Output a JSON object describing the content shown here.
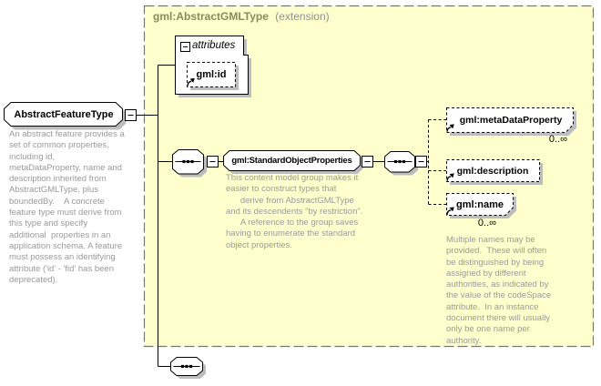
{
  "header": {
    "type_name": "gml:AbstractGMLType",
    "kind": "(extension)"
  },
  "attributes_section": {
    "label": "attributes",
    "attribute": {
      "name": "gml:id"
    }
  },
  "root": {
    "name": "AbstractFeatureType",
    "annotation": "An abstract feature provides a\nset of common properties,\nincluding id,\nmetaDataProperty, name and\ndescription inherited from\nAbstractGMLType, plus\nboundedBy.    A concrete\nfeature type must derive from\nthis type and specify\nadditional  properties in an\napplication schema. A feature\nmust possess an identifying\nattribute ('id' - 'fid' has been\ndeprecated)."
  },
  "group": {
    "name": "gml:StandardObjectProperties",
    "annotation": "This content model group makes it\neasier to construct types that\n      derive from AbstractGMLType\nand its descendents \"by restriction\".\n      A reference to the group saves\nhaving to enumerate the standard\nobject properties."
  },
  "children": [
    {
      "name": "gml:metaDataProperty",
      "occurrence": "0..∞"
    },
    {
      "name": "gml:description"
    },
    {
      "name": "gml:name",
      "occurrence": "0..∞",
      "annotation": "Multiple names may be\nprovided.  These will often\nbe distinguished by being\nassigned by different\nauthorities, as indicated by\nthe value of the codeSpace\nattribute.  In an instance\ndocument there will usually\nonly be one name per\nauthority."
    }
  ],
  "colors": {
    "container_fill": "#FFFFCD",
    "container_border": "#777770",
    "shadow": "#BDBDBD",
    "annotation_text": "#9A9A9A",
    "header_type": "#8B8B5A",
    "header_kind": "#8F8F8F"
  }
}
